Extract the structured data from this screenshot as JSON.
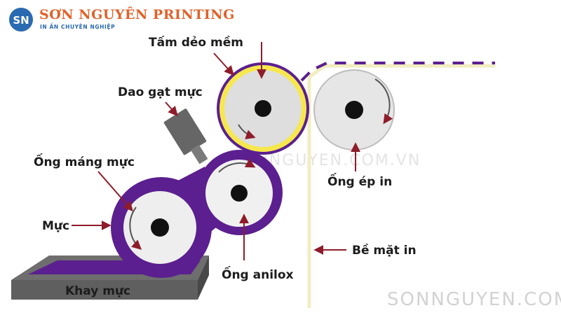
{
  "logo": {
    "badge_text": "SN",
    "brand": "SƠN NGUYÊN PRINTING",
    "tagline": "IN ẤN CHUYÊN NGHIỆP"
  },
  "labels": {
    "plate": "Tấm dẻo mềm",
    "doctor_blade": "Dao gạt mực",
    "fountain_roller": "Ống máng mực",
    "ink": "Mực",
    "ink_tray": "Khay mực",
    "anilox": "Ống anilox",
    "impression_cylinder": "Ống ép in",
    "substrate": "Bề mặt in"
  },
  "watermarks": {
    "center": "SONNGUYEN.COM.VN",
    "corner": "SONNGUYEN.COM.VN"
  },
  "colors": {
    "ink_purple": "#5b1f8f",
    "plate_yellow": "#f6e84c",
    "roller_gray": "#dedede",
    "arrow_red": "#8e1c2a",
    "substrate_cream": "#f2edc0",
    "logo_blue": "#2a6ab0",
    "logo_orange": "#e0622a"
  }
}
